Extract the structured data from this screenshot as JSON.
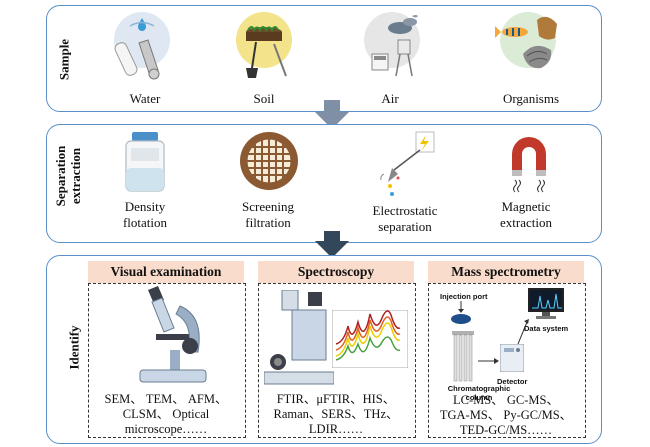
{
  "sample": {
    "label": "Sample",
    "items": [
      {
        "label": "Water",
        "icon": "water-sampler-icon"
      },
      {
        "label": "Soil",
        "icon": "soil-shovel-icon"
      },
      {
        "label": "Air",
        "icon": "air-sampler-icon"
      },
      {
        "label": "Organisms",
        "icon": "fish-shell-icon"
      }
    ]
  },
  "separation": {
    "label_line1": "Separation",
    "label_line2": "extraction",
    "items": [
      {
        "line1": "Density",
        "line2": "flotation",
        "icon": "bottle-icon"
      },
      {
        "line1": "Screening",
        "line2": "filtration",
        "icon": "sieve-icon"
      },
      {
        "line1": "Electrostatic",
        "line2": "separation",
        "icon": "electrostatic-icon"
      },
      {
        "line1": "Magnetic",
        "line2": "extraction",
        "icon": "magnet-icon"
      }
    ]
  },
  "identify": {
    "label": "Identify",
    "visual": {
      "title": "Visual examination",
      "line1": "SEM、 TEM、 AFM、",
      "line2": "CLSM、 Optical",
      "line3": "microscope……"
    },
    "spectroscopy": {
      "title": "Spectroscopy",
      "line1": "FTIR、μFTIR、HIS、",
      "line2": "Raman、SERS、THz、",
      "line3": "LDIR……"
    },
    "mass": {
      "title": "Mass spectrometry",
      "injection_port": "Injection port",
      "data_system": "Data system",
      "detector": "Detector",
      "column_line1": "Chromatographic",
      "column_line2": "column",
      "line1": "LC-MS、 GC-MS、",
      "line2": "TGA-MS、 Py-GC/MS、",
      "line3": "TED-GC/MS……"
    }
  },
  "colors": {
    "panel_border": "#5b8fc8",
    "arrow": "#7f8fa6",
    "subtitle_bg": "#f9dccb",
    "magnet_red": "#c0392b"
  }
}
